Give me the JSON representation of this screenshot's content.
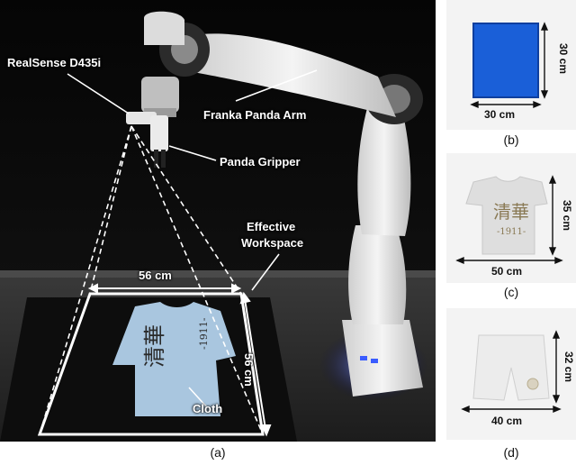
{
  "main_photo": {
    "labels": {
      "camera": "RealSense D435i",
      "arm": "Franka Panda Arm",
      "gripper": "Panda Gripper",
      "workspace_line1": "Effective",
      "workspace_line2": "Workspace",
      "cloth": "Cloth",
      "width": "56 cm",
      "depth": "56 cm"
    },
    "shirt_text": {
      "chars": "清華",
      "year": "-1911-"
    },
    "caption": "(a)"
  },
  "towel_photo": {
    "width": "30 cm",
    "height": "30 cm",
    "caption": "(b)"
  },
  "tshirt_photo": {
    "width": "50 cm",
    "height": "35 cm",
    "shirt_chars": "清華",
    "shirt_year": "-1911-",
    "caption": "(c)"
  },
  "shorts_photo": {
    "width": "40 cm",
    "height": "32 cm",
    "caption": "(d)"
  },
  "colors": {
    "towel": "#1a5fd8",
    "cloth": "#a9c6df",
    "robot": "#e8e8e8",
    "led": "#3a5cff"
  }
}
